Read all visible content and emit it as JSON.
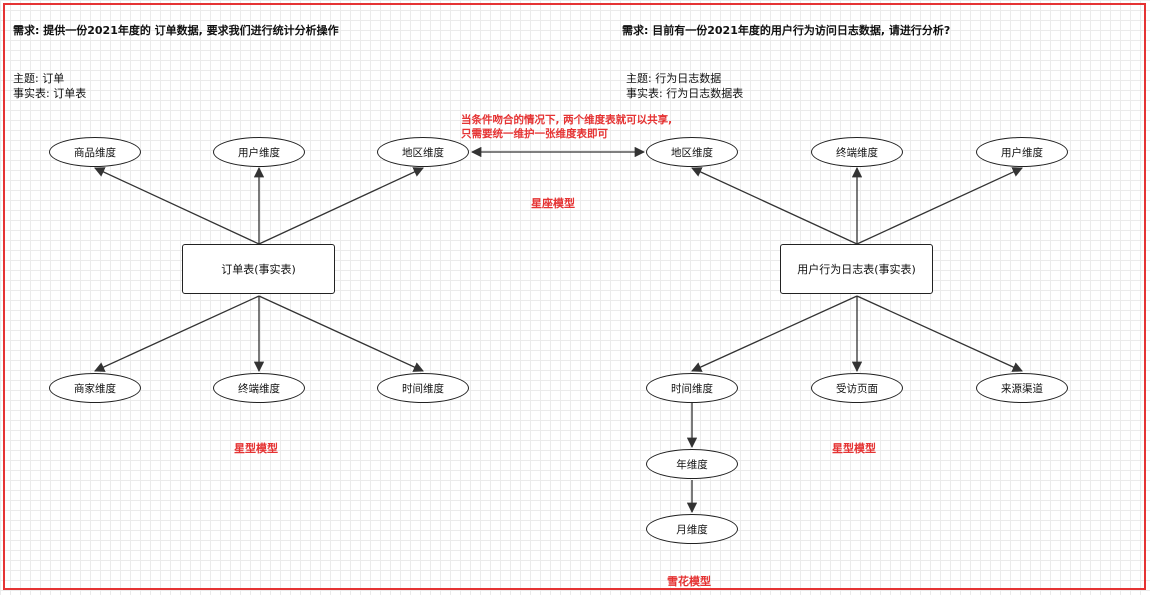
{
  "left": {
    "requirement": "需求:  提供一份2021年度的 订单数据, 要求我们进行统计分析操作",
    "theme": "主题:  订单",
    "fact_table_line": "事实表: 订单表",
    "fact": "订单表(事实表)",
    "top_dims": [
      "商品维度",
      "用户维度",
      "地区维度"
    ],
    "bottom_dims": [
      "商家维度",
      "终端维度",
      "时间维度"
    ],
    "model_label": "星型模型"
  },
  "right": {
    "requirement": "需求: 目前有一份2021年度的用户行为访问日志数据, 请进行分析?",
    "theme": "主题:  行为日志数据",
    "fact_table_line": "事实表: 行为日志数据表",
    "fact": "用户行为日志表(事实表)",
    "top_dims": [
      "地区维度",
      "终端维度",
      "用户维度"
    ],
    "bottom_dims": [
      "时间维度",
      "受访页面",
      "来源渠道"
    ],
    "snowflake_dims": [
      "年维度",
      "月维度"
    ],
    "model_label": "星型模型",
    "snowflake_label": "雪花模型"
  },
  "shared_note": [
    "当条件吻合的情况下, 两个维度表就可以共享,",
    "只需要统一维护一张维度表即可"
  ],
  "constellation_label": "星座模型"
}
